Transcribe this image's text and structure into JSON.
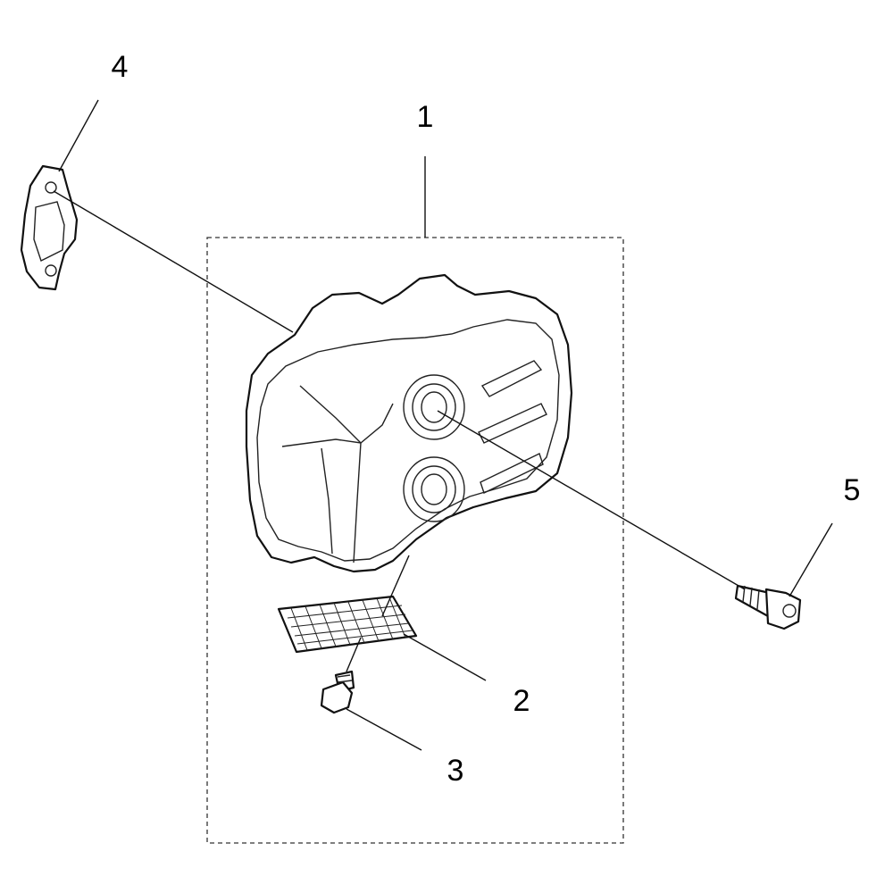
{
  "callouts": {
    "c1": "1",
    "c2": "2",
    "c3": "3",
    "c4": "4",
    "c5": "5"
  },
  "parts": [
    {
      "id": "1",
      "name": "muffler-assembly"
    },
    {
      "id": "2",
      "name": "spark-arrestor-screen"
    },
    {
      "id": "3",
      "name": "screw"
    },
    {
      "id": "4",
      "name": "gasket"
    },
    {
      "id": "5",
      "name": "bolt"
    }
  ]
}
